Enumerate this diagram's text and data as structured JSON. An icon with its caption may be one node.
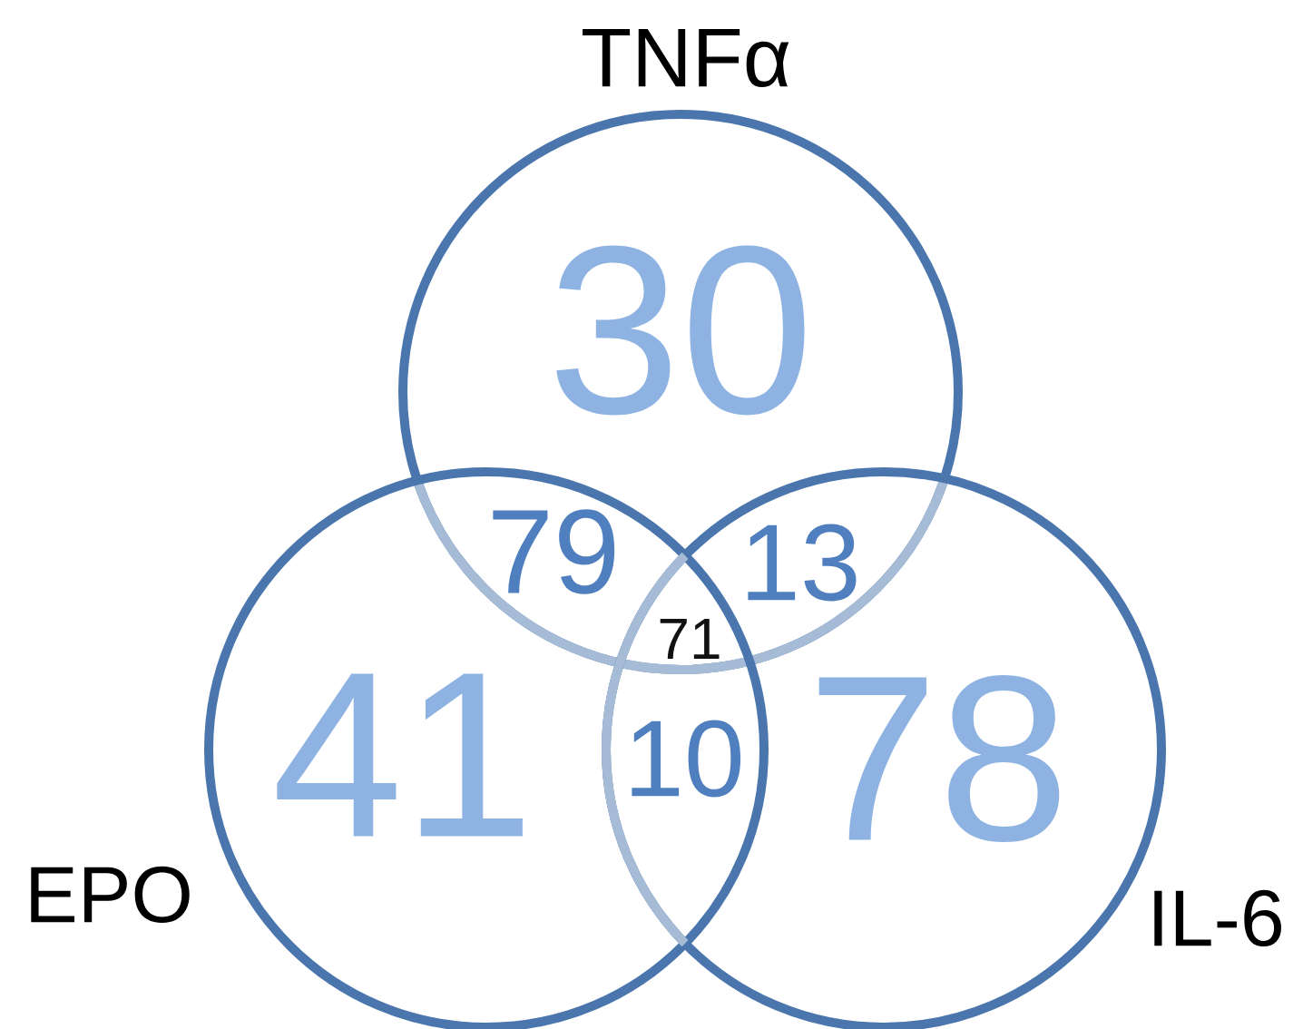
{
  "diagram": {
    "nodes": [
      {
        "text": [
          "TNFα",
          "30"
        ]
      },
      {
        "text": [
          "EPO",
          "41"
        ]
      },
      {
        "text": [
          "IL-6",
          "78"
        ]
      }
    ],
    "labels": [
      "79",
      "13",
      "71",
      "10"
    ]
  }
}
